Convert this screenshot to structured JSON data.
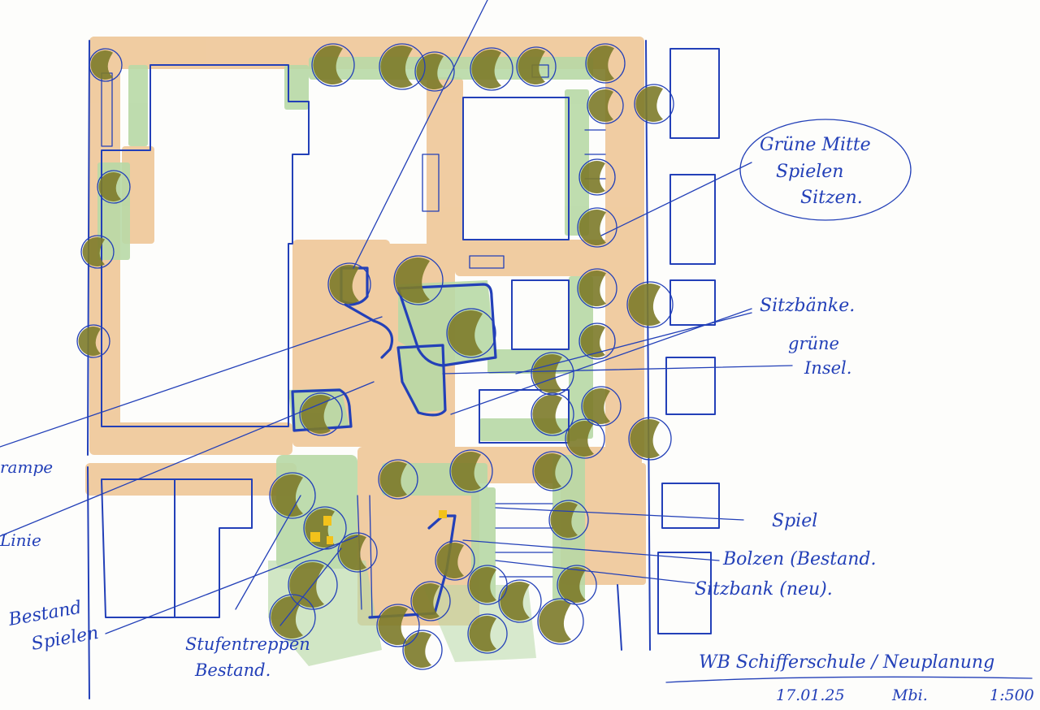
{
  "colors": {
    "ink": "#2340b8",
    "paving": "#efc89a",
    "green": "#b8d9a6",
    "tree": "#7d7b2a",
    "yellow": "#f3c21b",
    "paper": "#fdfdfb"
  },
  "labels": {
    "gruene_mitte": [
      "Grüne Mitte",
      "Spielen",
      "Sitzen."
    ],
    "sitzbaenke": "Sitzbänke.",
    "gruene_insel": [
      "grüne",
      "Insel."
    ],
    "spiel": "Spiel",
    "bolzen": "Bolzen (Bestand.",
    "sitzbank_neu": "Sitzbank (neu).",
    "bestand_spielen": [
      "Bestand",
      "Spielen"
    ],
    "stufentreppen": [
      "Stufentreppen",
      "Bestand."
    ],
    "left_edge_1": "rampe",
    "left_edge_2": "Linie"
  },
  "title_block": {
    "title": "WB Schifferschule / Neuplanung",
    "date": "17.01.25",
    "author": "Mbi.",
    "scale": "1:500"
  }
}
